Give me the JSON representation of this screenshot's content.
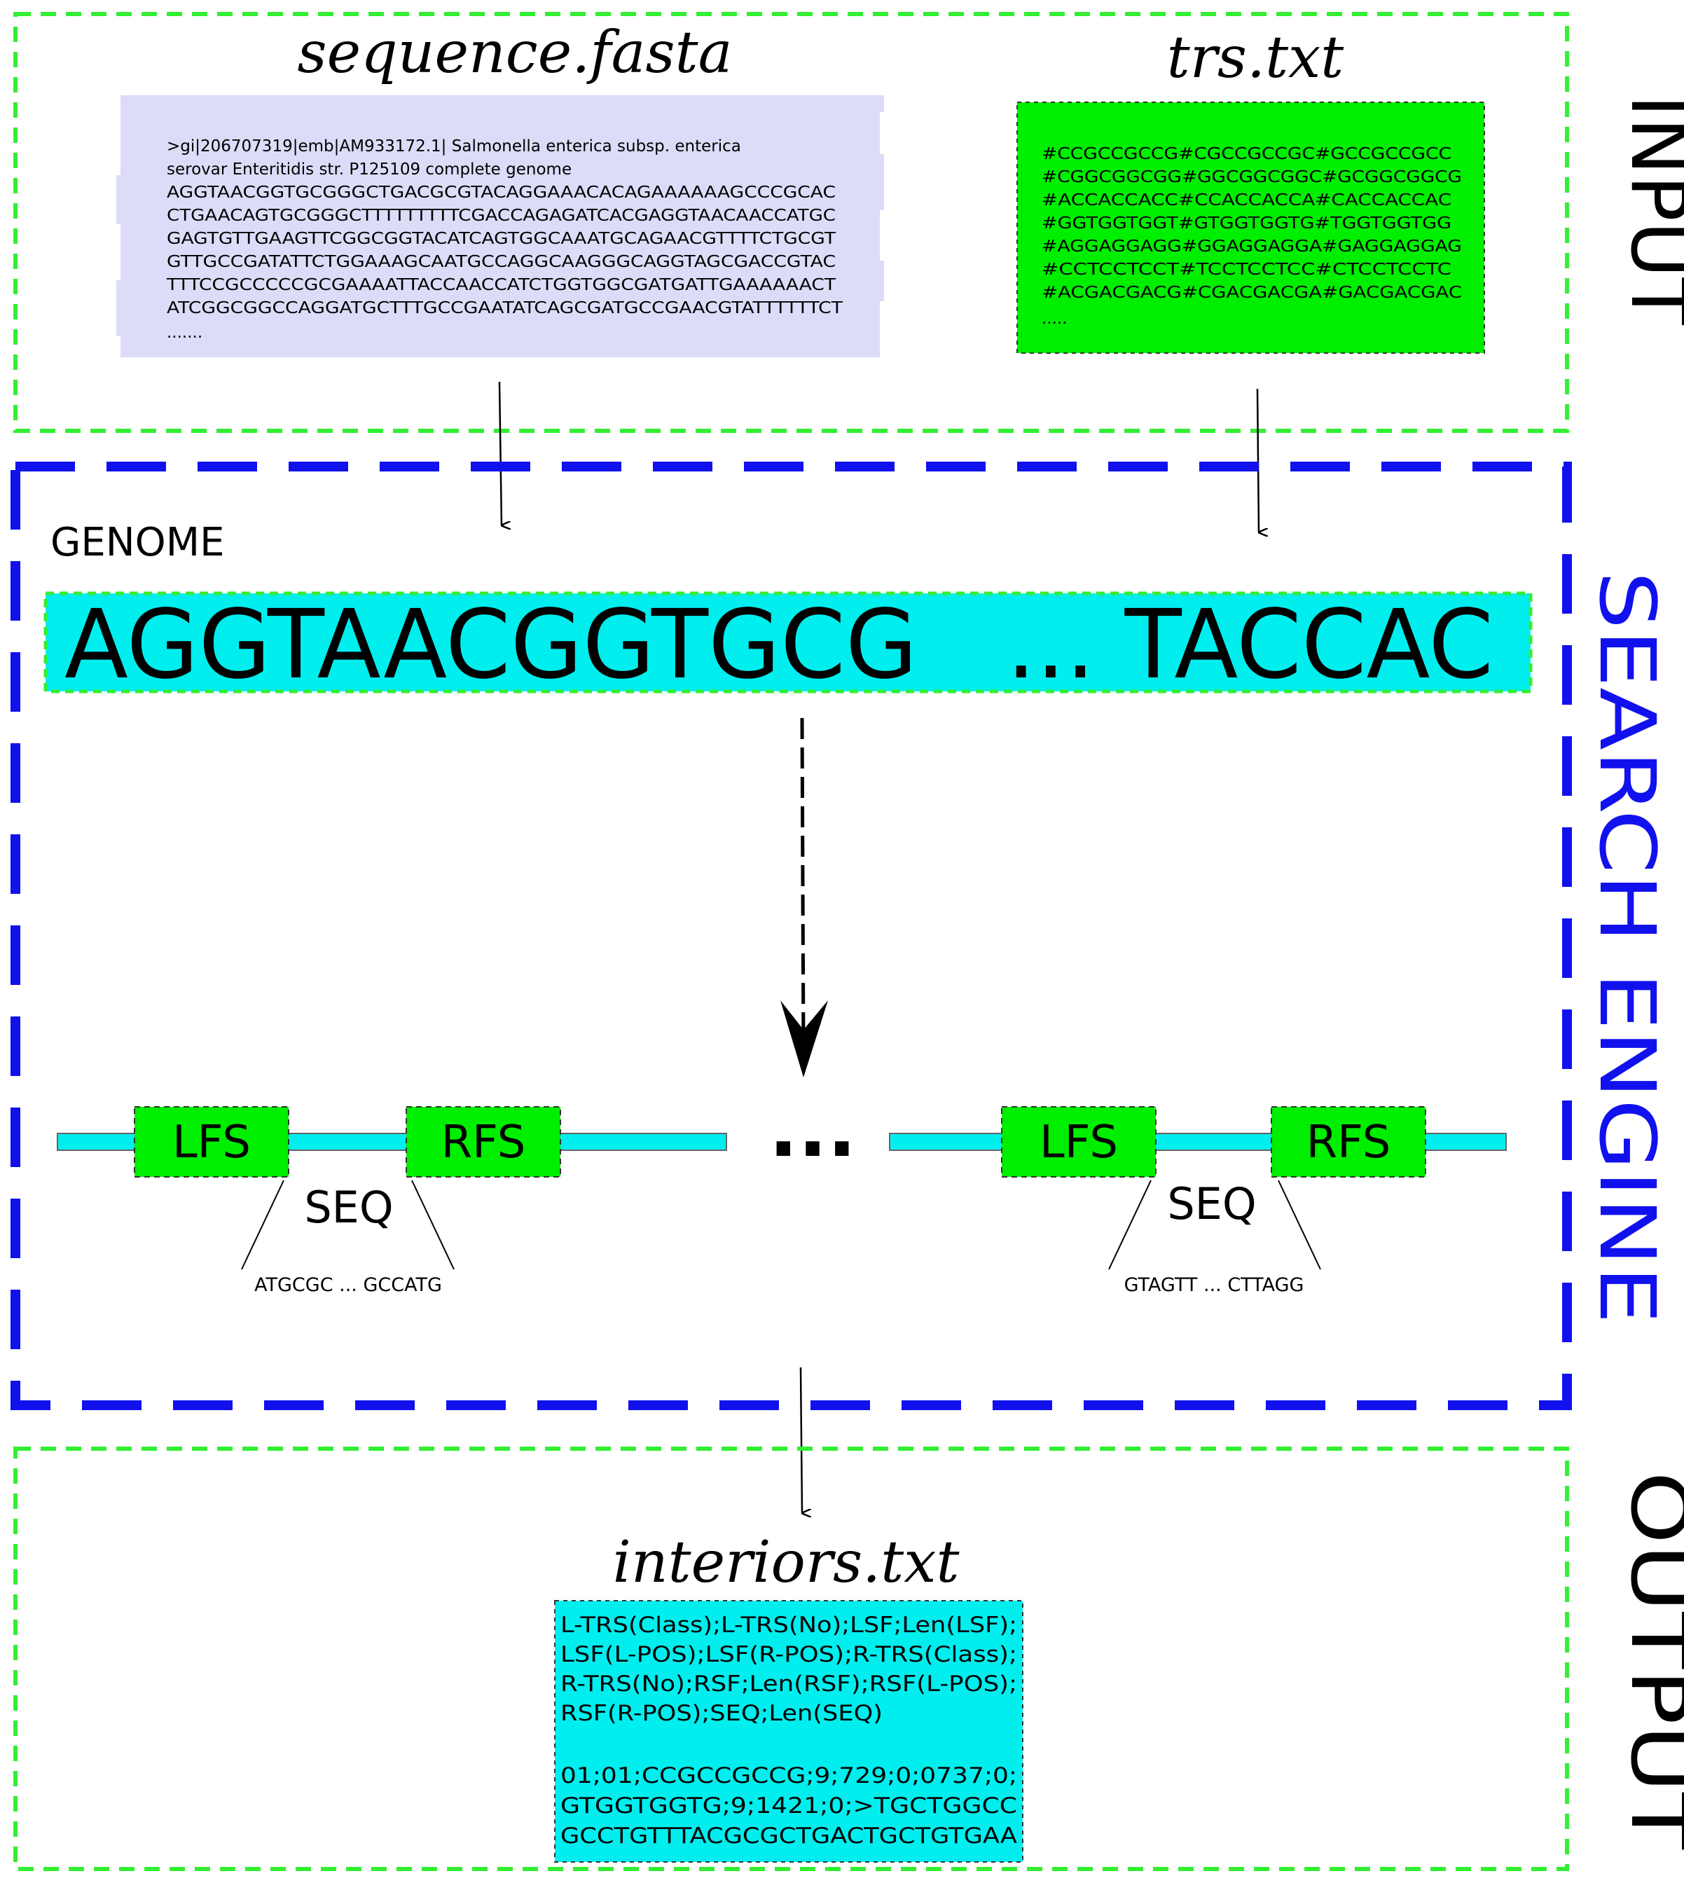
{
  "sections": {
    "input": "INPUT",
    "search_engine": "SEARCH ENGINE",
    "output": "OUTPUT"
  },
  "inputs": {
    "fasta": {
      "filename": "sequence.fasta",
      "lines": [
        ">gi|206707319|emb|AM933172.1| Salmonella enterica subsp. enterica",
        "serovar Enteritidis str. P125109 complete genome",
        "AGGTAACGGTGCGGGCTGACGCGTACAGGAAACACAGAAAAAAGCCCGCAC",
        "CTGAACAGTGCGGGCTTTTTTTTTCGACCAGAGATCACGAGGTAACAACCATGC",
        "GAGTGTTGAAGTTCGGCGGTACATCAGTGGCAAATGCAGAACGTTTTCTGCGT",
        "GTTGCCGATATTCTGGAAAGCAATGCCAGGCAAGGGCAGGTAGCGACCGTAC",
        "TTTCCGCCCCCGCGAAAATTACCAACCATCTGGTGGCGATGATTGAAAAAACT",
        "ATCGGCGGCCAGGATGCTTTGCCGAATATCAGCGATGCCGAACGTATTTTTTCT",
        "......."
      ]
    },
    "trs": {
      "filename": "trs.txt",
      "lines": [
        "#CCGCCGCCG#CGCCGCCGC#GCCGCCGCC",
        "#CGGCGGCGG#GGCGGCGGC#GCGGCGGCG",
        "#ACCACCACC#CCACCACCA#CACCACCAC",
        "#GGTGGTGGT#GTGGTGGTG#TGGTGGTGG",
        "#AGGAGGAGG#GGAGGAGGA#GAGGAGGAG",
        "#CCTCCTCCT#TCCTCCTCC#CTCCTCCTC",
        "#ACGACGACG#CGACGACGA#GACGACGAC",
        "....."
      ]
    }
  },
  "search": {
    "genome_label": "GENOME",
    "genome_sequence": "AGGTAACGGTGCG   ... TACCAC",
    "ellipsis": "...",
    "left_group": {
      "lfs": "LFS",
      "rfs": "RFS",
      "seq": "SEQ",
      "seq_text": "ATGCGC ... GCCATG"
    },
    "right_group": {
      "lfs": "LFS",
      "rfs": "RFS",
      "seq": "SEQ",
      "seq_text": "GTAGTT ... CTTAGG"
    }
  },
  "output": {
    "filename": "interiors.txt",
    "lines": [
      "L-TRS(Class);L-TRS(No);LSF;Len(LSF);",
      "LSF(L-POS);LSF(R-POS);R-TRS(Class);",
      "R-TRS(No);RSF;Len(RSF);RSF(L-POS);",
      "RSF(R-POS);SEQ;Len(SEQ)",
      "",
      "01;01;CCGCCGCCG;9;729;0;0737;0;",
      "GTGGTGGTG;9;1421;0;>TGCTGGCC",
      "GCCTGTTTACGCGCTGACTGCTGTGAA"
    ]
  },
  "colors": {
    "green_border": "#33ee33",
    "blue_border": "#1111ee",
    "fasta_bg": "#dcdcf8",
    "trs_bg": "#00ee00",
    "cyan": "#00eeee",
    "box_green": "#00ee00"
  }
}
